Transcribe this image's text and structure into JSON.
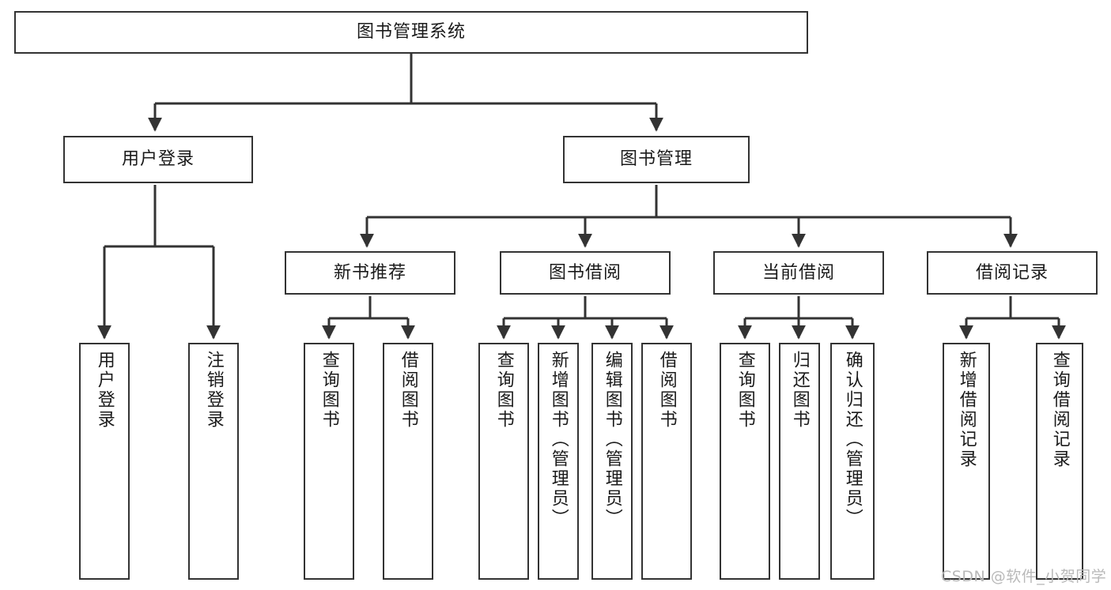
{
  "diagram": {
    "title": "图书管理系统",
    "watermark": "CSDN @软件_小贺同学",
    "edge_color": "#333333",
    "node_border_color": "#333333",
    "node_fill_color": "#ffffff",
    "text_color": "#1a1a1a",
    "background_color": "#ffffff"
  },
  "nodes": {
    "root": {
      "label": "图书管理系统"
    },
    "level2": [
      {
        "label": "用户登录"
      },
      {
        "label": "图书管理"
      }
    ],
    "level3": [
      {
        "label": "新书推荐"
      },
      {
        "label": "图书借阅"
      },
      {
        "label": "当前借阅"
      },
      {
        "label": "借阅记录"
      }
    ],
    "leaves_user_login": [
      {
        "label": "用户登录"
      },
      {
        "label": "注销登录"
      }
    ],
    "leaves_new_book": [
      {
        "label": "查询图书"
      },
      {
        "label": "借阅图书"
      }
    ],
    "leaves_borrow": [
      {
        "label": "查询图书"
      },
      {
        "label": "新增图书（管理员）"
      },
      {
        "label": "编辑图书（管理员）"
      },
      {
        "label": "借阅图书"
      }
    ],
    "leaves_current": [
      {
        "label": "查询图书"
      },
      {
        "label": "归还图书"
      },
      {
        "label": "确认归还（管理员）"
      }
    ],
    "leaves_records": [
      {
        "label": "新增借阅记录"
      },
      {
        "label": "查询借阅记录"
      }
    ]
  }
}
